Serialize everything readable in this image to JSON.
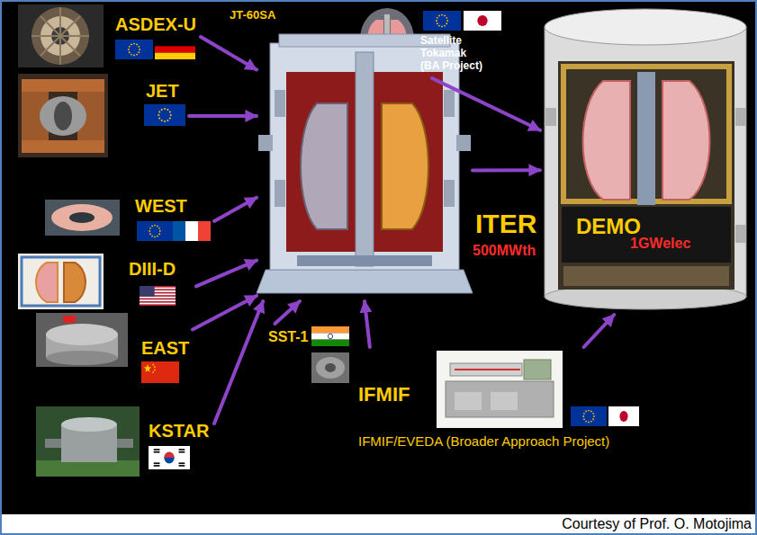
{
  "diagram": {
    "nodes": [
      {
        "text": [
          "ASDEX-U"
        ]
      },
      {
        "text": [
          "JET"
        ]
      },
      {
        "text": [
          "WEST"
        ]
      },
      {
        "text": [
          "DIII-D"
        ]
      },
      {
        "text": [
          "EAST"
        ]
      },
      {
        "text": [
          "KSTAR"
        ]
      },
      {
        "text": [
          "SST-1"
        ]
      },
      {
        "text": [
          "Satellite Tokamak (BA Project)"
        ]
      },
      {
        "text": [
          "ITER",
          "500MWth"
        ]
      },
      {
        "text": [
          "DEMO",
          "1GWelec"
        ]
      },
      {
        "text": [
          "IFMIF",
          "IFMIF/EVEDA (Broader Approach Project)"
        ]
      }
    ],
    "edges": [
      {
        "from": 0,
        "to": 8,
        "arrow": "to"
      },
      {
        "from": 1,
        "to": 8,
        "arrow": "to"
      },
      {
        "from": 2,
        "to": 8,
        "arrow": "to"
      },
      {
        "from": 3,
        "to": 8,
        "arrow": "to"
      },
      {
        "from": 4,
        "to": 8,
        "arrow": "to"
      },
      {
        "from": 5,
        "to": 8,
        "arrow": "to"
      },
      {
        "from": 6,
        "to": 8,
        "arrow": "to"
      },
      {
        "from": 10,
        "to": 8,
        "arrow": "to"
      },
      {
        "from": 7,
        "to": 9,
        "arrow": "to"
      },
      {
        "from": 8,
        "to": 9,
        "arrow": "to"
      },
      {
        "from": 10,
        "to": 9,
        "arrow": "to"
      }
    ],
    "labels": [
      "JT-60SA",
      "Courtesy of Prof. O. Motojima"
    ]
  }
}
